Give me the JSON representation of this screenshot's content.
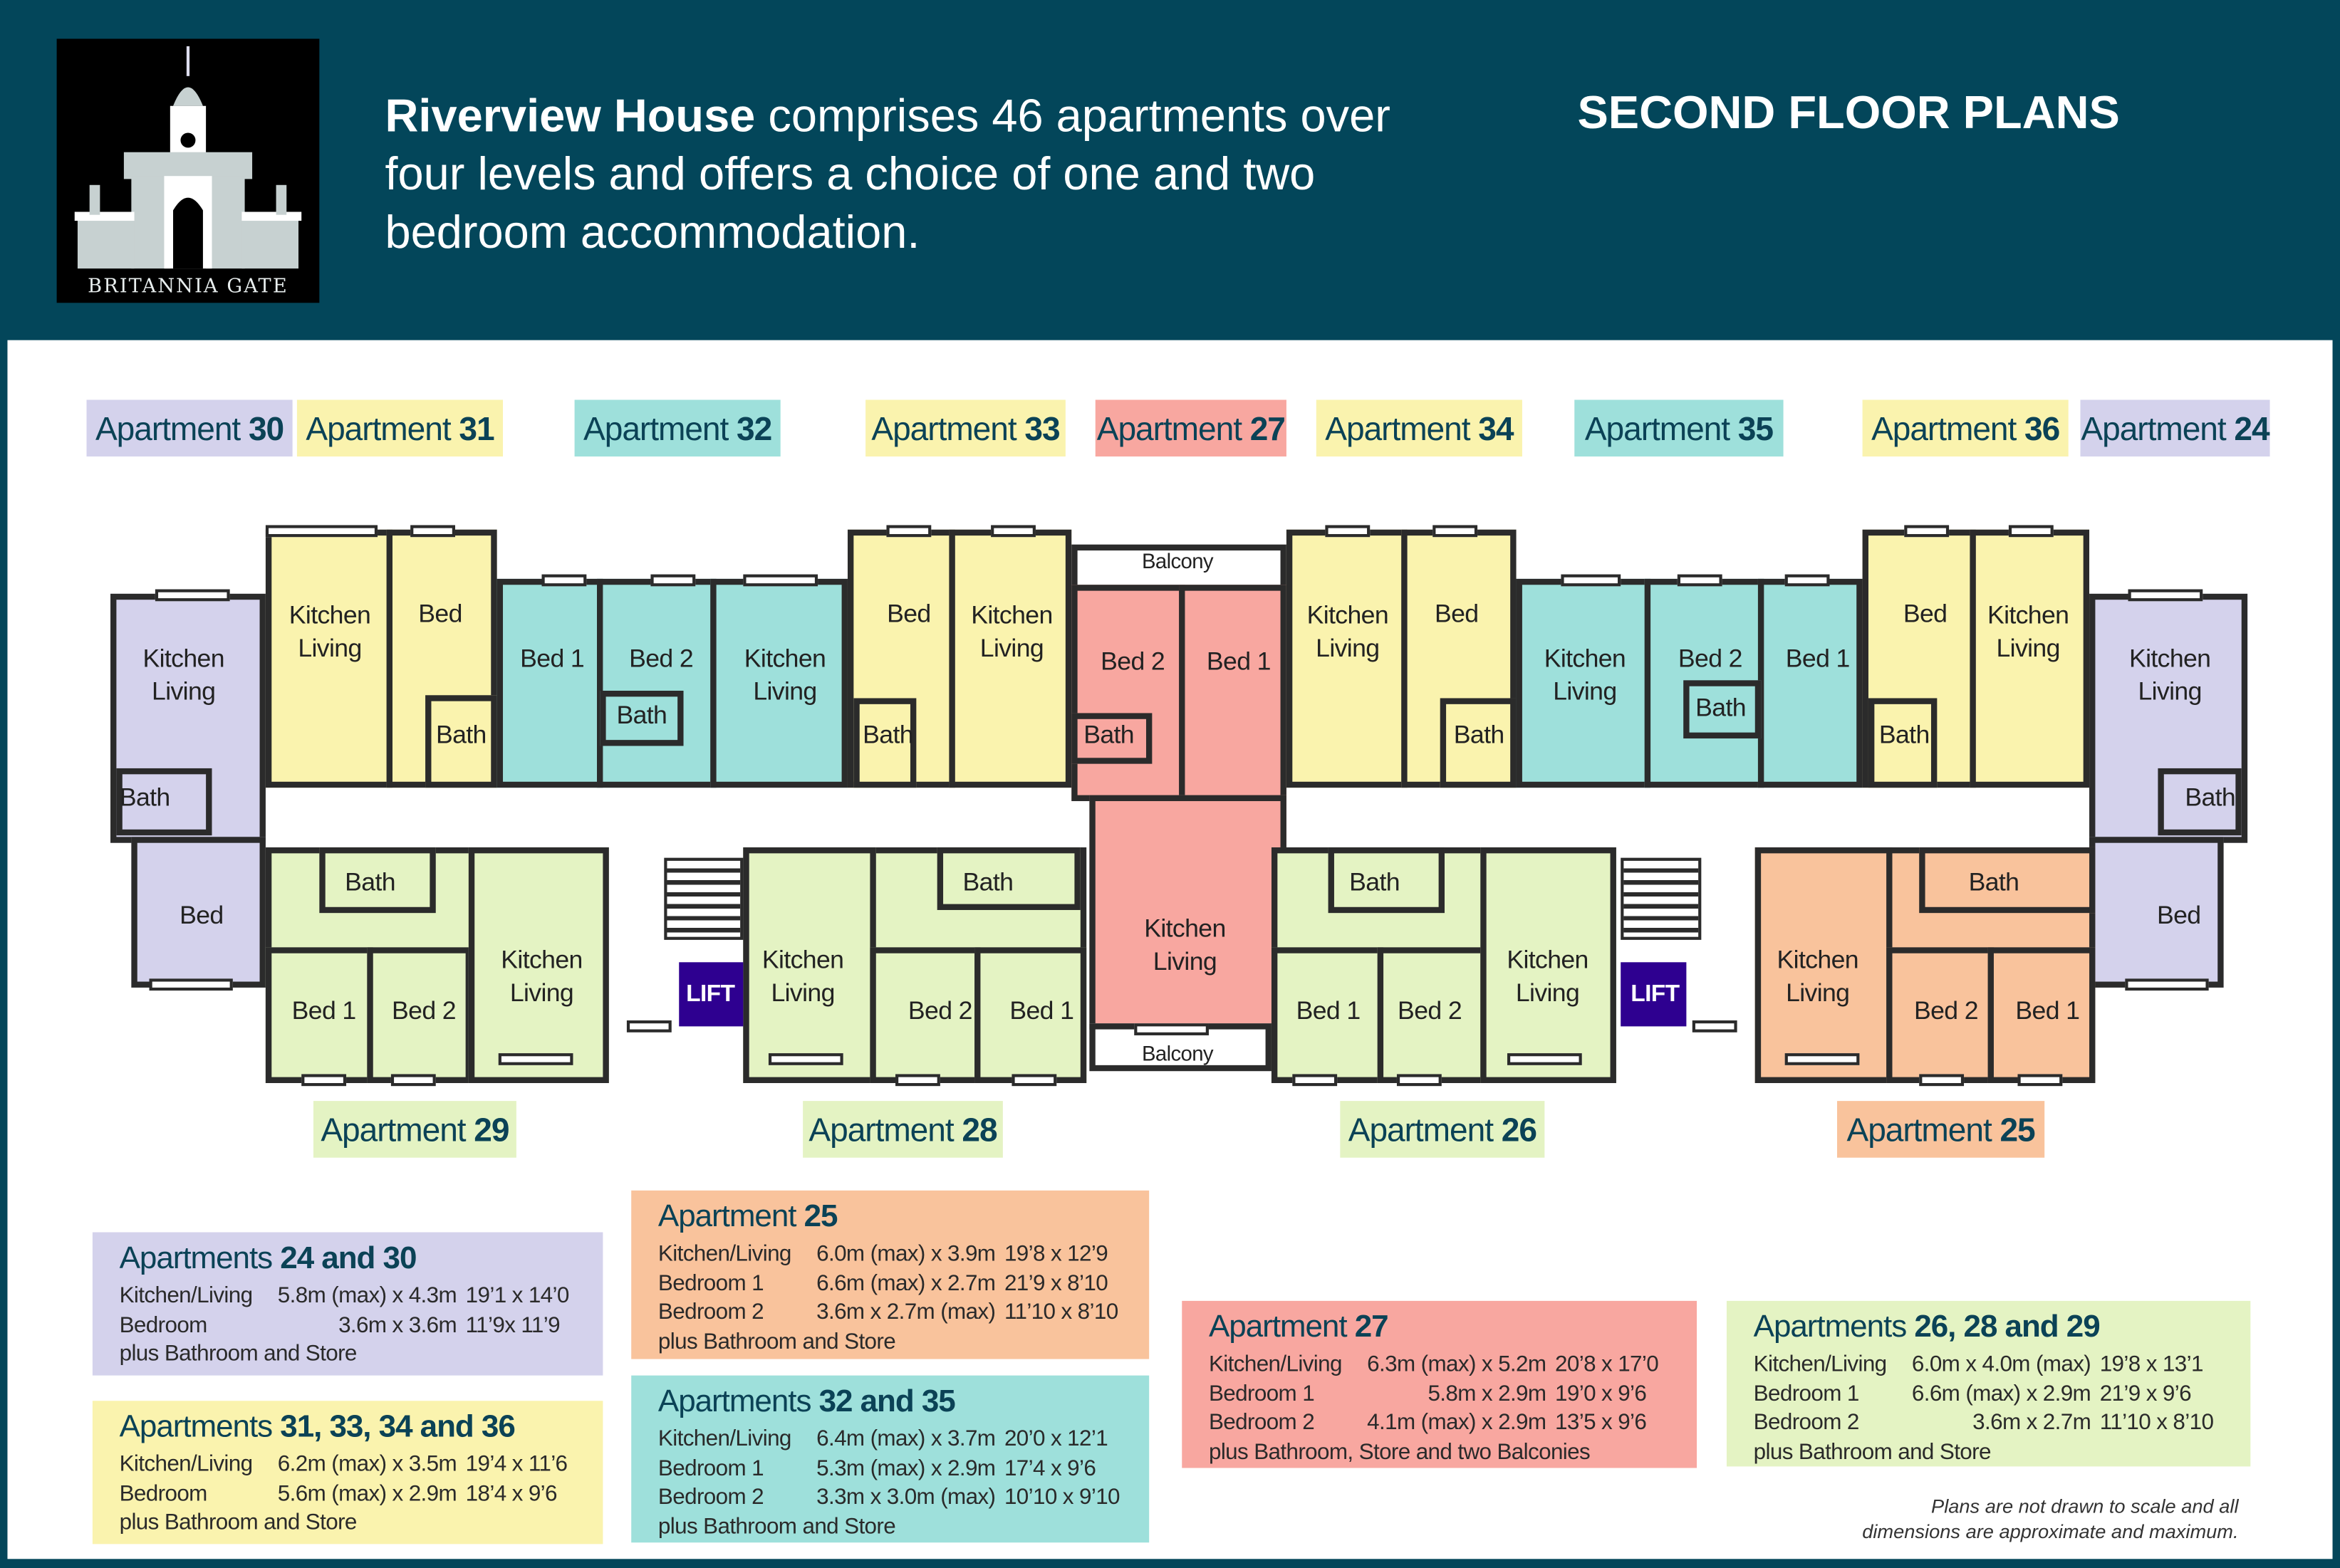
{
  "header": {
    "logo_text": "BRITANNIA GATE",
    "intro_bold": "Riverview House",
    "intro_rest": " comprises 46 apartments over four levels and offers a choice of one and two bedroom accommodation.",
    "title": "SECOND FLOOR PLANS"
  },
  "top_tags": [
    {
      "prefix": "Apartment ",
      "number": "30",
      "color": "#d4d2ec"
    },
    {
      "prefix": "Apartment ",
      "number": "31",
      "color": "#faf3ae"
    },
    {
      "prefix": "Apartment ",
      "number": "32",
      "color": "#9ee0db"
    },
    {
      "prefix": "Apartment ",
      "number": "33",
      "color": "#faf3ae"
    },
    {
      "prefix": "Apartment ",
      "number": "27",
      "color": "#f8a7a0"
    },
    {
      "prefix": "Apartment ",
      "number": "34",
      "color": "#faf3ae"
    },
    {
      "prefix": "Apartment ",
      "number": "35",
      "color": "#9ee0db"
    },
    {
      "prefix": "Apartment ",
      "number": "36",
      "color": "#faf3ae"
    },
    {
      "prefix": "Apartment ",
      "number": "24",
      "color": "#d4d2ec"
    }
  ],
  "bottom_tags": [
    {
      "prefix": "Apartment ",
      "number": "29",
      "color": "#e4f3c3"
    },
    {
      "prefix": "Apartment ",
      "number": "28",
      "color": "#e4f3c3"
    },
    {
      "prefix": "Apartment ",
      "number": "26",
      "color": "#e4f3c3"
    },
    {
      "prefix": "Apartment ",
      "number": "25",
      "color": "#f9c39c"
    }
  ],
  "plan": {
    "labels": [
      "Kitchen\nLiving",
      "Bath",
      "Bed",
      "Kitchen\nLiving",
      "Bed",
      "Bath",
      "Bed 1",
      "Bed 2",
      "Bath",
      "Kitchen\nLiving",
      "Bed",
      "Kitchen\nLiving",
      "Bath",
      "Balcony",
      "Bed 2",
      "Bed 1",
      "Bath",
      "Kitchen\nLiving",
      "Balcony",
      "Kitchen\nLiving",
      "Bed",
      "Bath",
      "Kitchen\nLiving",
      "Bed 2",
      "Bed 1",
      "Bath",
      "Bed",
      "Kitchen\nLiving",
      "Bath",
      "Kitchen\nLiving",
      "Bath",
      "Bed",
      "Bath",
      "Kitchen\nLiving",
      "Bed 1",
      "Bed 2",
      "LIFT",
      "Kitchen\nLiving",
      "Bath",
      "Bed 2",
      "Bed 1",
      "Bath",
      "Bed 1",
      "Bed 2",
      "Kitchen\nLiving",
      "LIFT",
      "Kitchen\nLiving",
      "Bath",
      "Bed 2",
      "Bed 1"
    ]
  },
  "specs": [
    {
      "prefix": "Apartments ",
      "number": "24 and 30",
      "rows": [
        [
          "Kitchen/Living",
          "5.8m (max) x 4.3m",
          "19’1 x 14’0"
        ],
        [
          "Bedroom",
          "3.6m x 3.6m",
          "11’9x 11’9"
        ]
      ],
      "footer": "plus Bathroom and Store"
    },
    {
      "prefix": "Apartments ",
      "number": "31, 33, 34 and 36",
      "rows": [
        [
          "Kitchen/Living",
          "6.2m (max) x 3.5m",
          "19’4 x 11’6"
        ],
        [
          "Bedroom",
          "5.6m (max) x 2.9m",
          "18’4 x 9’6"
        ]
      ],
      "footer": "plus Bathroom and Store"
    },
    {
      "prefix": "Apartment ",
      "number": "25",
      "rows": [
        [
          "Kitchen/Living",
          "6.0m (max) x 3.9m",
          "19’8 x 12’9"
        ],
        [
          "Bedroom 1",
          "6.6m (max) x 2.7m",
          "21’9 x 8’10"
        ],
        [
          "Bedroom 2",
          "3.6m x 2.7m (max)",
          "11’10 x 8’10"
        ]
      ],
      "footer": "plus Bathroom and Store"
    },
    {
      "prefix": "Apartments ",
      "number": "32 and 35",
      "rows": [
        [
          "Kitchen/Living",
          "6.4m (max) x 3.7m",
          "20’0 x 12’1"
        ],
        [
          "Bedroom 1",
          "5.3m (max) x 2.9m",
          "17’4 x 9’6"
        ],
        [
          "Bedroom 2",
          "3.3m x 3.0m (max)",
          "10’10 x 9’10"
        ]
      ],
      "footer": "plus Bathroom and Store"
    },
    {
      "prefix": "Apartment ",
      "number": "27",
      "rows": [
        [
          "Kitchen/Living",
          "6.3m (max) x 5.2m",
          "20’8 x 17’0"
        ],
        [
          "Bedroom 1",
          "5.8m x 2.9m",
          "19’0 x 9’6"
        ],
        [
          "Bedroom 2",
          "4.1m (max) x 2.9m",
          "13’5 x 9’6"
        ]
      ],
      "footer": "plus Bathroom, Store and two Balconies"
    },
    {
      "prefix": "Apartments ",
      "number": "26, 28 and 29",
      "rows": [
        [
          "Kitchen/Living",
          "6.0m x 4.0m (max)",
          "19’8 x 13’1"
        ],
        [
          "Bedroom 1",
          "6.6m (max) x 2.9m",
          "21’9 x 9’6"
        ],
        [
          "Bedroom 2",
          "3.6m x 2.7m",
          "11’10 x 8’10"
        ]
      ],
      "footer": "plus Bathroom and Store"
    }
  ],
  "note": {
    "line1": "Plans are not drawn to scale and all",
    "line2": "dimensions are approximate and maximum."
  }
}
